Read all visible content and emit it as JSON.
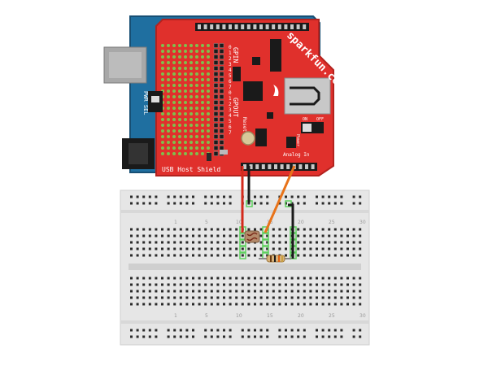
{
  "shield": {
    "title": "USB Host Shield",
    "brand": "sparkfun.com",
    "gpin_label": "GPIN",
    "gpout_label": "GPOUT",
    "pwr_sel_label": "PWR SEL",
    "reset_label": "Reset",
    "power_label": "Power",
    "analog_label": "Analog In",
    "on_label": "ON",
    "off_label": "OFF",
    "board_color": "#e0302c",
    "digits": [
      "0",
      "1",
      "2",
      "3",
      "4",
      "5",
      "6",
      "7"
    ]
  },
  "arduino": {
    "board_color": "#1f6fa0"
  },
  "breadboard": {
    "column_letters": [
      "1",
      "5",
      "10",
      "15",
      "20",
      "25",
      "30"
    ],
    "body_color": "#e6e6e6"
  },
  "wires": {
    "red": "#d42a1c",
    "black": "#1a1a1a",
    "orange": "#e8731a"
  },
  "components": [
    {
      "name": "photoresistor"
    },
    {
      "name": "resistor"
    }
  ]
}
